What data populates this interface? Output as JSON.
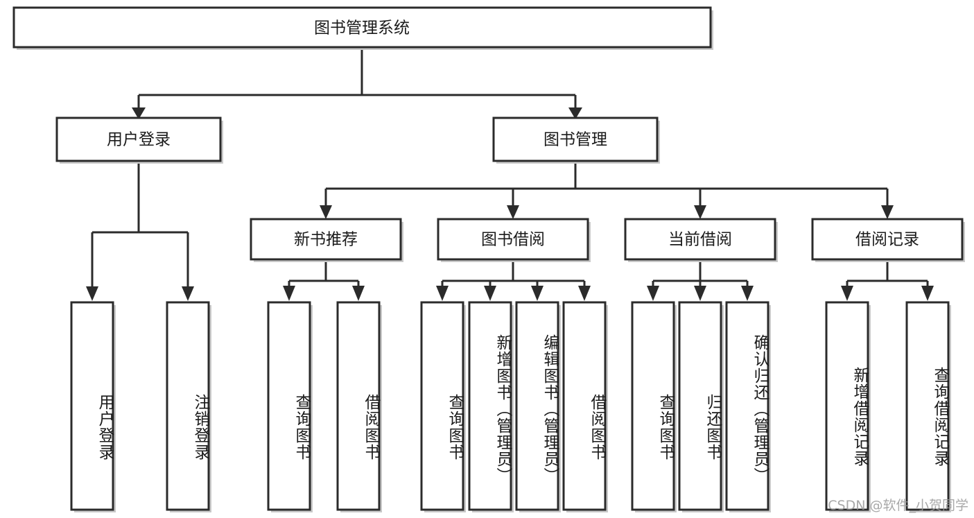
{
  "diagram": {
    "type": "tree",
    "title": "图书管理系统",
    "root": {
      "id": "root",
      "label": "图书管理系统"
    },
    "level2": [
      {
        "id": "user-login",
        "label": "用户登录"
      },
      {
        "id": "book-management",
        "label": "图书管理"
      }
    ],
    "level3": [
      {
        "id": "new-book-recommend",
        "label": "新书推荐"
      },
      {
        "id": "book-borrow",
        "label": "图书借阅"
      },
      {
        "id": "current-borrow",
        "label": "当前借阅"
      },
      {
        "id": "borrow-record",
        "label": "借阅记录"
      }
    ],
    "leaves": {
      "user-login": [
        {
          "id": "leaf-user-login",
          "label": "用户登录"
        },
        {
          "id": "leaf-logout",
          "label": "注销登录"
        }
      ],
      "new-book-recommend": [
        {
          "id": "leaf-query-book-1",
          "label": "查询图书"
        },
        {
          "id": "leaf-borrow-book-1",
          "label": "借阅图书"
        }
      ],
      "book-borrow": [
        {
          "id": "leaf-query-book-2",
          "label": "查询图书"
        },
        {
          "id": "leaf-add-book",
          "label": "新增图书（管理员）"
        },
        {
          "id": "leaf-edit-book",
          "label": "编辑图书（管理员）"
        },
        {
          "id": "leaf-borrow-book-2",
          "label": "借阅图书"
        }
      ],
      "current-borrow": [
        {
          "id": "leaf-query-book-3",
          "label": "查询图书"
        },
        {
          "id": "leaf-return-book",
          "label": "归还图书"
        },
        {
          "id": "leaf-confirm-return",
          "label": "确认归还（管理员）"
        }
      ],
      "borrow-record": [
        {
          "id": "leaf-add-record",
          "label": "新增借阅记录"
        },
        {
          "id": "leaf-query-record",
          "label": "查询借阅记录"
        }
      ]
    }
  },
  "watermark": {
    "text": "CSDN @软件_小贺同学"
  },
  "colors": {
    "stroke": "#2b2b2b",
    "fill": "#ffffff",
    "shadow": "#c9c9c9",
    "text": "#1a1a1a",
    "watermark": "#9a9a9a"
  }
}
